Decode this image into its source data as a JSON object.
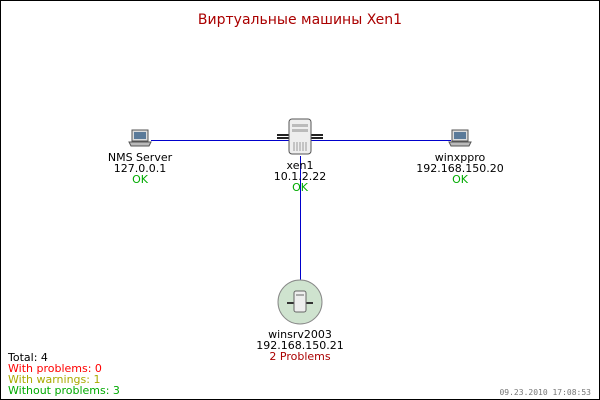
{
  "title": "Виртуальные машины Xen1",
  "colors": {
    "title": "#aa0000",
    "ok": "#00aa00",
    "problem": "#aa0000",
    "link": "#0000cc",
    "red": "#ff0000",
    "warn": "#aaaa00",
    "green": "#00aa00"
  },
  "nodes": [
    {
      "name": "NMS Server",
      "ip": "127.0.0.1",
      "status": "OK",
      "icon": "laptop-icon"
    },
    {
      "name": "xen1",
      "ip": "10.1.2.22",
      "status": "OK",
      "icon": "server-icon"
    },
    {
      "name": "winxppro",
      "ip": "192.168.150.20",
      "status": "OK",
      "icon": "laptop-icon"
    },
    {
      "name": "winsrv2003",
      "ip": "192.168.150.21",
      "status": "2 Problems",
      "icon": "server-icon"
    }
  ],
  "legend": {
    "total": "Total: 4",
    "problems": "With problems: 0",
    "warnings": "With warnings: 1",
    "ok": "Without problems: 3"
  },
  "timestamp": "09.23.2010 17:08:53"
}
